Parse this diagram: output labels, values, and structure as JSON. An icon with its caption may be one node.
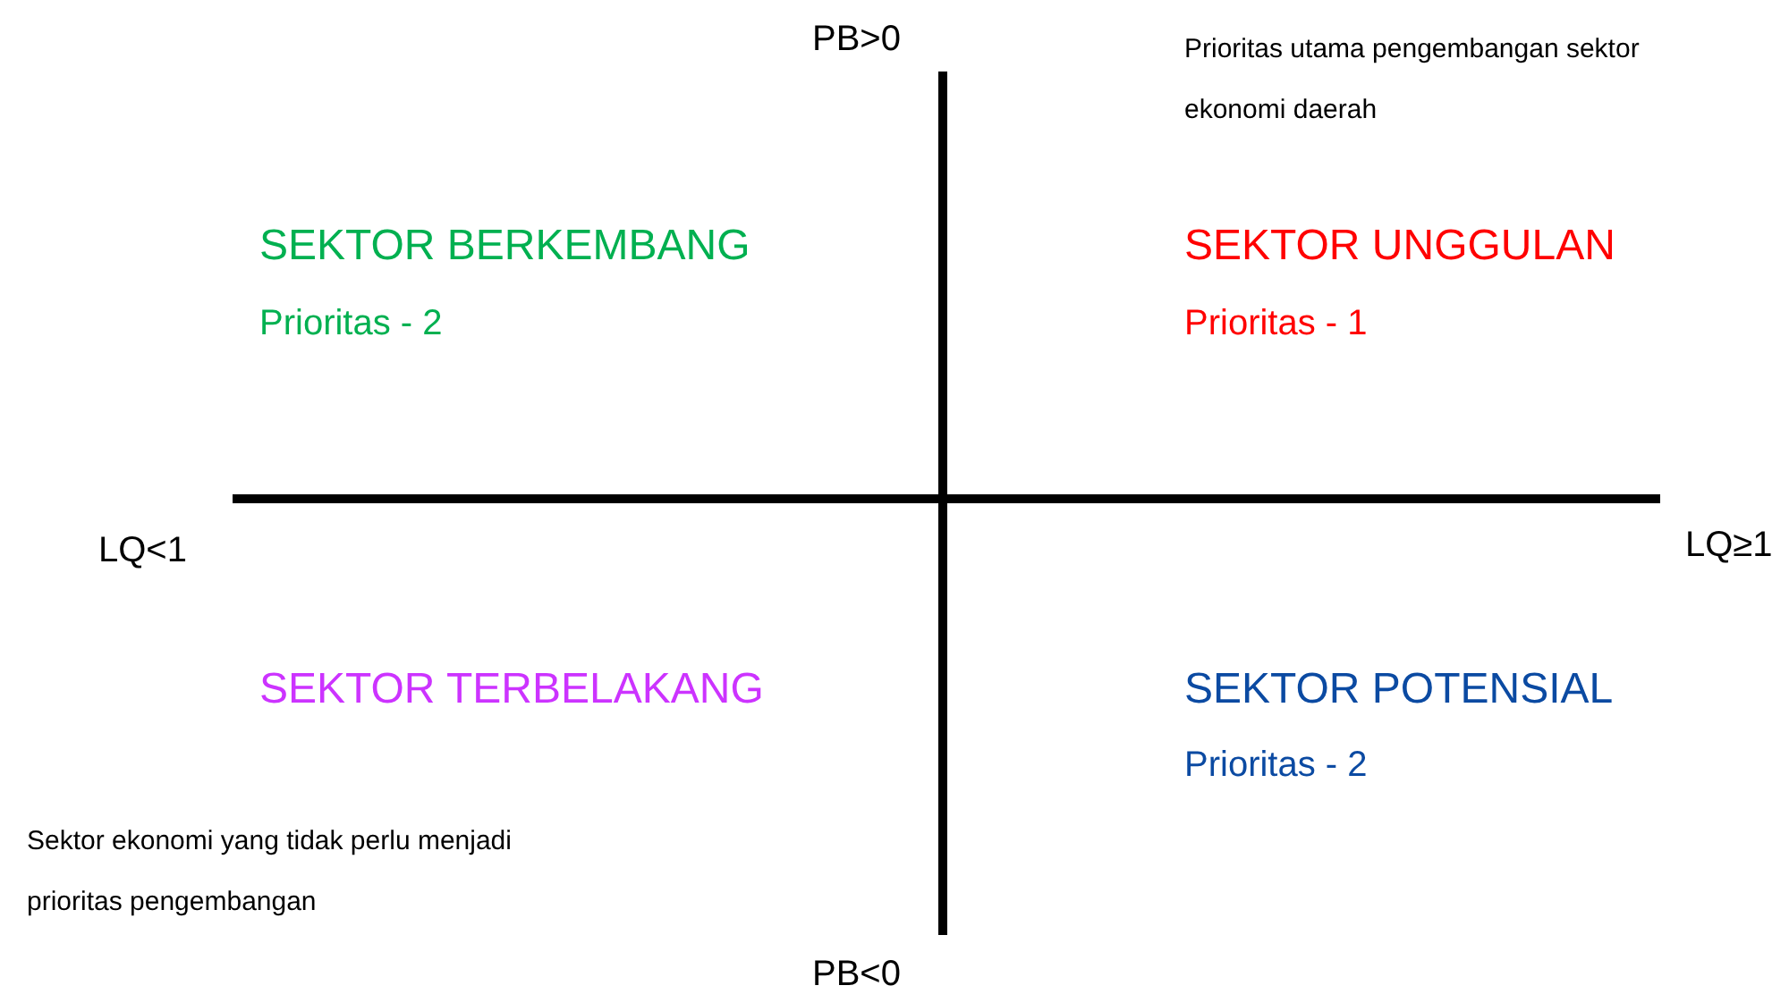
{
  "diagram": {
    "labels": [
      "PB>0",
      "Prioritas utama pengembangan sektor ekonomi daerah",
      "SEKTOR BERKEMBANG",
      "Prioritas - 2",
      "SEKTOR UNGGULAN",
      "Prioritas - 1",
      "LQ<1",
      "LQ≥1",
      "SEKTOR TERBELAKANG",
      "SEKTOR POTENSIAL",
      "Prioritas - 2",
      "Sektor ekonomi yang tidak perlu menjadi prioritas pengembangan",
      "PB<0"
    ]
  }
}
